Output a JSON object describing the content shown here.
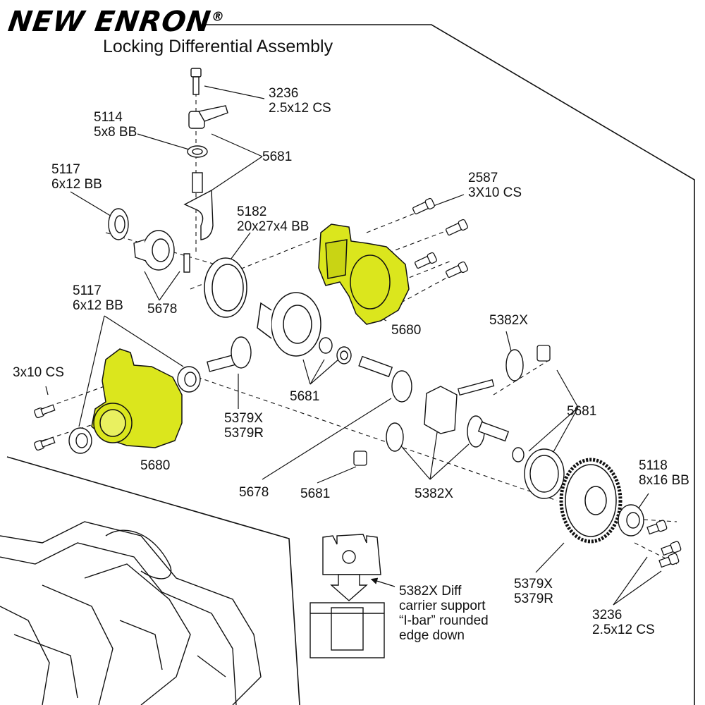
{
  "brand": {
    "name": "NEW ENRON",
    "mark": "®"
  },
  "title": "Locking Differential Assembly",
  "colors": {
    "highlight": "#dbe61d",
    "line": "#111111",
    "background": "#ffffff"
  },
  "labels": {
    "screw_3236_top": "3236\n2.5x12 CS",
    "bearing_5114": "5114\n5x8 BB",
    "part_5681_top": "5681",
    "bearing_5117_top": "5117\n6x12 BB",
    "screw_2587": "2587\n3X10 CS",
    "bearing_5182": "5182\n20x27x4 BB",
    "pin_5678_left": "5678",
    "housing_5680_right": "5680",
    "bearing_5117_left": "5117\n6x12 BB",
    "screw_3x10": "3x10 CS",
    "gear_5382x_top": "5382X",
    "part_5681_mid": "5681",
    "part_5681_right": "5681",
    "pinion_5379": "5379X\n5379R",
    "housing_5680_left": "5680",
    "pin_5678_bottom": "5678",
    "part_5681_bottom": "5681",
    "gears_5382x": "5382X",
    "bearing_5118": "5118\n8x16 BB",
    "spur_5379": "5379X\n5379R",
    "screw_3236_bottom": "3236\n2.5x12 CS",
    "inset_note": "5382X Diff\ncarrier support\n“I-bar” rounded\nedge down"
  }
}
